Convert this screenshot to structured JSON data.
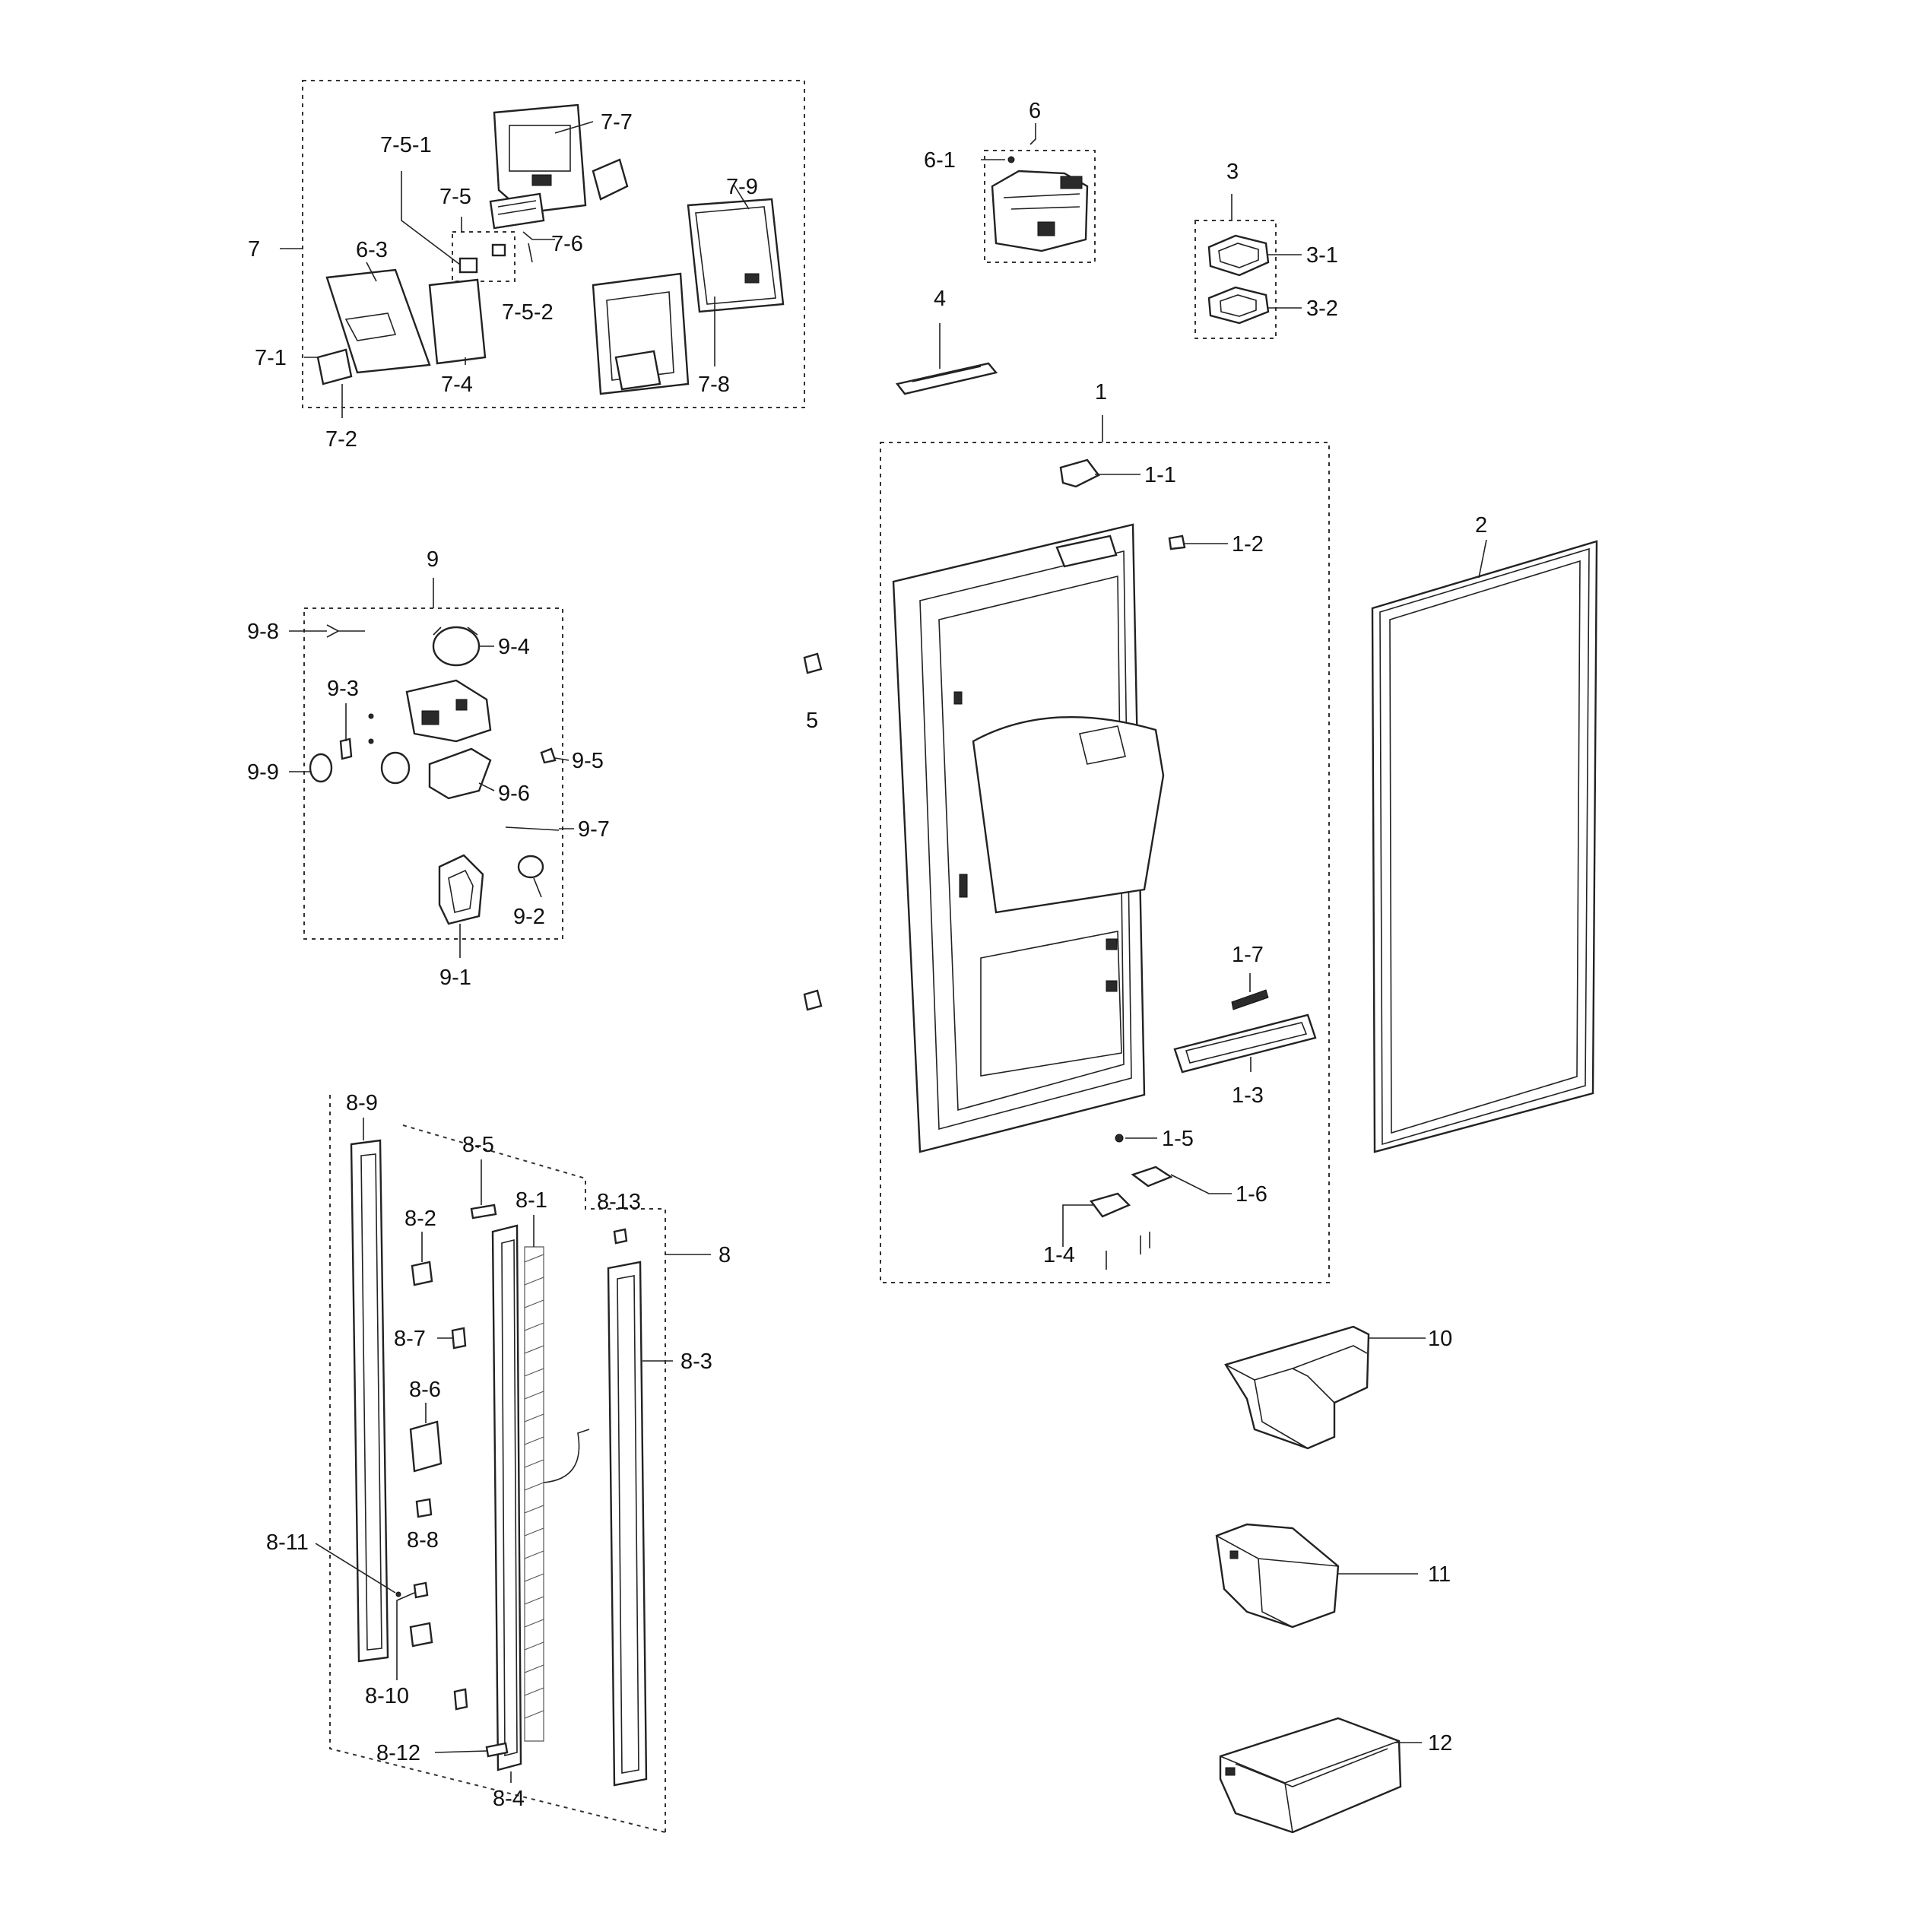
{
  "labels": {
    "p7": "7",
    "p7_1": "7-1",
    "p7_2": "7-2",
    "p6_3": "6-3",
    "p7_4": "7-4",
    "p7_5": "7-5",
    "p7_5_1": "7-5-1",
    "p7_5_2": "7-5-2",
    "p7_6": "7-6",
    "p7_7": "7-7",
    "p7_8": "7-8",
    "p7_9": "7-9",
    "p6": "6",
    "p6_1": "6-1",
    "p3": "3",
    "p3_1": "3-1",
    "p3_2": "3-2",
    "p4": "4",
    "p1": "1",
    "p1_1": "1-1",
    "p1_2": "1-2",
    "p1_3": "1-3",
    "p1_4": "1-4",
    "p1_5": "1-5",
    "p1_6": "1-6",
    "p1_7": "1-7",
    "p2": "2",
    "p5": "5",
    "p9": "9",
    "p9_1": "9-1",
    "p9_2": "9-2",
    "p9_3": "9-3",
    "p9_4": "9-4",
    "p9_5": "9-5",
    "p9_6": "9-6",
    "p9_7": "9-7",
    "p9_8": "9-8",
    "p9_9": "9-9",
    "p8": "8",
    "p8_1": "8-1",
    "p8_2": "8-2",
    "p8_3": "8-3",
    "p8_4": "8-4",
    "p8_5": "8-5",
    "p8_6": "8-6",
    "p8_7": "8-7",
    "p8_8": "8-8",
    "p8_9": "8-9",
    "p8_10": "8-10",
    "p8_11": "8-11",
    "p8_12": "8-12",
    "p8_13": "8-13",
    "p10": "10",
    "p11": "11",
    "p12": "12"
  }
}
